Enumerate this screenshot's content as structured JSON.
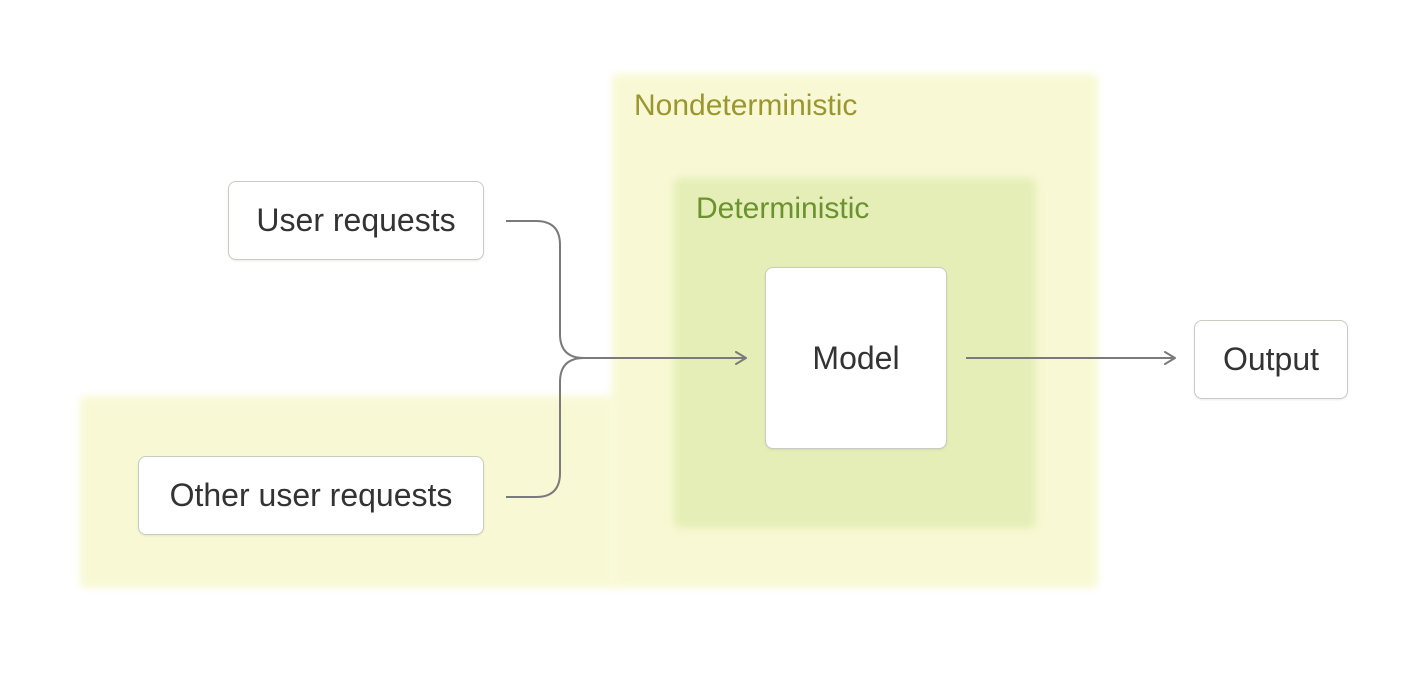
{
  "regions": {
    "nondeterministic": {
      "label": "Nondeterministic",
      "color": "#f8f9d4",
      "label_color": "#9a9630"
    },
    "deterministic": {
      "label": "Deterministic",
      "color": "#e4eeb6",
      "label_color": "#6a922f"
    }
  },
  "nodes": {
    "user_requests": "User requests",
    "other_user_requests": "Other user requests",
    "model": "Model",
    "output": "Output"
  },
  "edges": [
    {
      "from": "User requests",
      "to": "Model"
    },
    {
      "from": "Other user requests",
      "to": "Model"
    },
    {
      "from": "Model",
      "to": "Output"
    }
  ],
  "colors": {
    "edge": "#7a7a7a",
    "node_border": "#c9ccc0",
    "node_text": "#333333"
  }
}
